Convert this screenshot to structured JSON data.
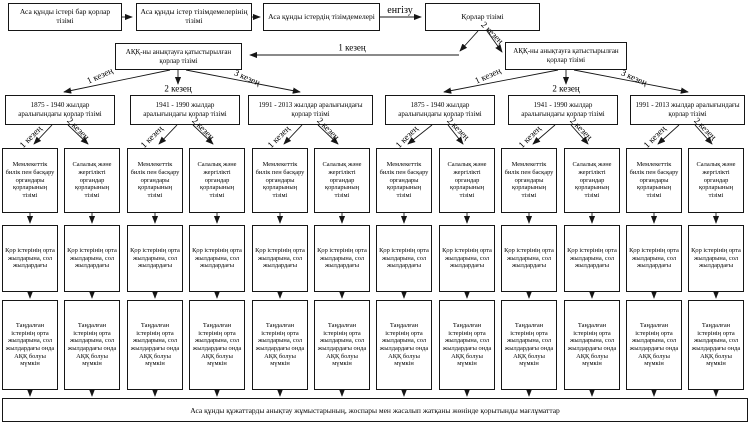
{
  "labels": {
    "engizu": "енгізу",
    "stage1": "1 кезең",
    "stage2": "2 кезең",
    "stage3": "3 кезең"
  },
  "top_row": {
    "box1": "Аса құнды істері бар қорлар тізімі",
    "box2": "Аса құнды істер тізімдемелерінің тізімі",
    "box3": "Аса құнды істердің тізімдемелері",
    "box4": "Қорлар тізімі"
  },
  "level2": {
    "left": "АҚҚ-ны анықтауға қатыстырылған қорлар тізімі",
    "right": "АҚҚ-ны анықтауға қатыстырылған қорлар тізімі"
  },
  "periods": {
    "p1": "1875 - 1940 жылдар аралығындағы қорлар тізімі",
    "p2": "1941 - 1990 жылдар аралығындағы қорлар тізімі",
    "p3": "1991 - 2013 жылдар аралығындағы қорлар тізімі"
  },
  "columns": {
    "state_bodies": "Мемлекеттік билік пен басқару органдары қорларының тізімі",
    "sectoral_bodies": "Салалық және жергілікті органдар қорларының тізімі",
    "fond_years": "Қор істерінің орта жылдарына, сол жылдардағы",
    "selected_years": "Таңдалған істерінің орта жылдарына, сол жылдардағы онда АҚҚ болуы мүмкін"
  },
  "bottom": {
    "summary": "Аса құнды құжаттарды анықтау жұмыстарының, жоспары мен жасалып жатқаны жөнінде қорытынды мағлұматтар"
  }
}
